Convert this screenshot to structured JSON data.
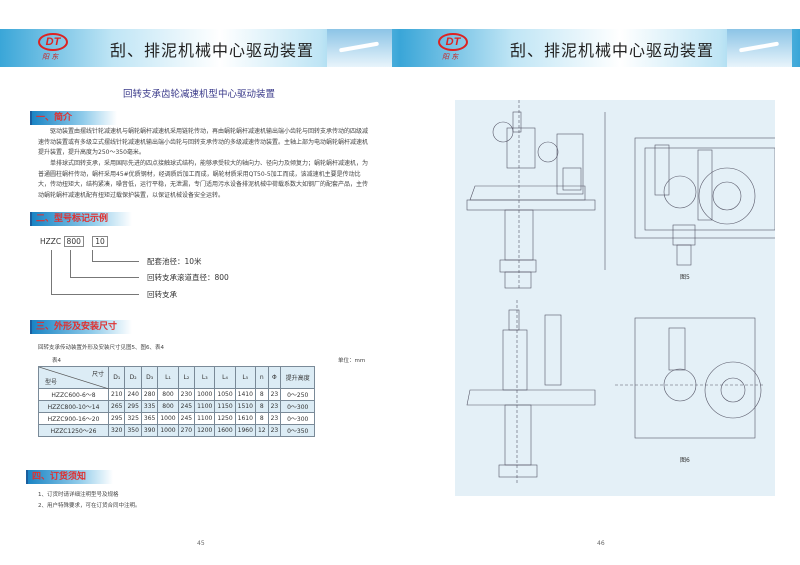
{
  "header": {
    "title": "刮、排泥机械中心驱动装置",
    "logo_text": "DT",
    "logo_sub": "阳 东"
  },
  "left": {
    "subtitle": "回转支承齿轮减速机型中心驱动装置",
    "sections": [
      "一、简介",
      "二、型号标记示例",
      "三、外形及安装尺寸",
      "四、订货须知"
    ],
    "intro": [
      "驱动装置由摆线针轮减速机与蜗轮蜗杆减速机采用链轮传动，再由蜗轮蜗杆减速机输出端小齿轮与回转支承传动的四级减速传动装置或有多级立式摆线针轮减速机输出端小齿轮与回转支承传动的多级减速传动装置。主轴上部为电动蜗轮蜗杆减速机提升装置，提升高度为250～350毫米。",
      "单排球式回转支承，采用国际先进的四点接触球式结构，能够承受较大的轴向力、径向力及倾复力；蜗轮蜗杆减速机，为普通圆柱蜗杆传动，蜗杆采用45#优质钢材，经调质后加工而成，蜗轮材质采用QT50-5加工而成，该减速机主要是传动比大，传动扭矩大，结构紧凑，噪音低，运行平稳，无泄漏，专门适用污水设备排泥机械中荷载系数大如钢厂的配套产品，主传动蜗轮蜗杆减速机配有扭矩过载保护装置，以保证机械设备安全运转。"
    ],
    "model_example": {
      "prefix": "HZZC",
      "code1": "800",
      "code2": "10",
      "labels": [
        "配套池径：10米",
        "回转支承滚道直径：800",
        "回转支承"
      ]
    },
    "dims_intro": "回转支承传动装置外形及安装尺寸见图5、图6、表4",
    "table_caption": "表4",
    "unit": "单位：mm",
    "table": {
      "corner_top": "尺寸",
      "corner_bottom": "型号",
      "headers": [
        "D₁",
        "D₂",
        "D₃",
        "L₁",
        "L₂",
        "L₃",
        "L₄",
        "L₅",
        "n",
        "Φ",
        "提升高度"
      ],
      "rows": [
        [
          "HZZC600-6～8",
          "210",
          "240",
          "280",
          "800",
          "230",
          "1000",
          "1050",
          "1410",
          "8",
          "23",
          "0～250"
        ],
        [
          "HZZC800-10～14",
          "265",
          "295",
          "335",
          "800",
          "245",
          "1100",
          "1150",
          "1510",
          "8",
          "23",
          "0～300"
        ],
        [
          "HZZC900-16～20",
          "295",
          "325",
          "365",
          "1000",
          "245",
          "1100",
          "1250",
          "1610",
          "8",
          "23",
          "0～300"
        ],
        [
          "HZZC1250～26",
          "320",
          "350",
          "390",
          "1000",
          "270",
          "1200",
          "1600",
          "1960",
          "12",
          "23",
          "0～350"
        ]
      ]
    },
    "order_notes": [
      "1、订货时请详细注明型号及规格",
      "2、用户特殊要求，可在订货合同中注明。"
    ],
    "page_number": "45"
  },
  "right": {
    "figures": [
      "图5",
      "图6"
    ],
    "page_number": "46"
  }
}
